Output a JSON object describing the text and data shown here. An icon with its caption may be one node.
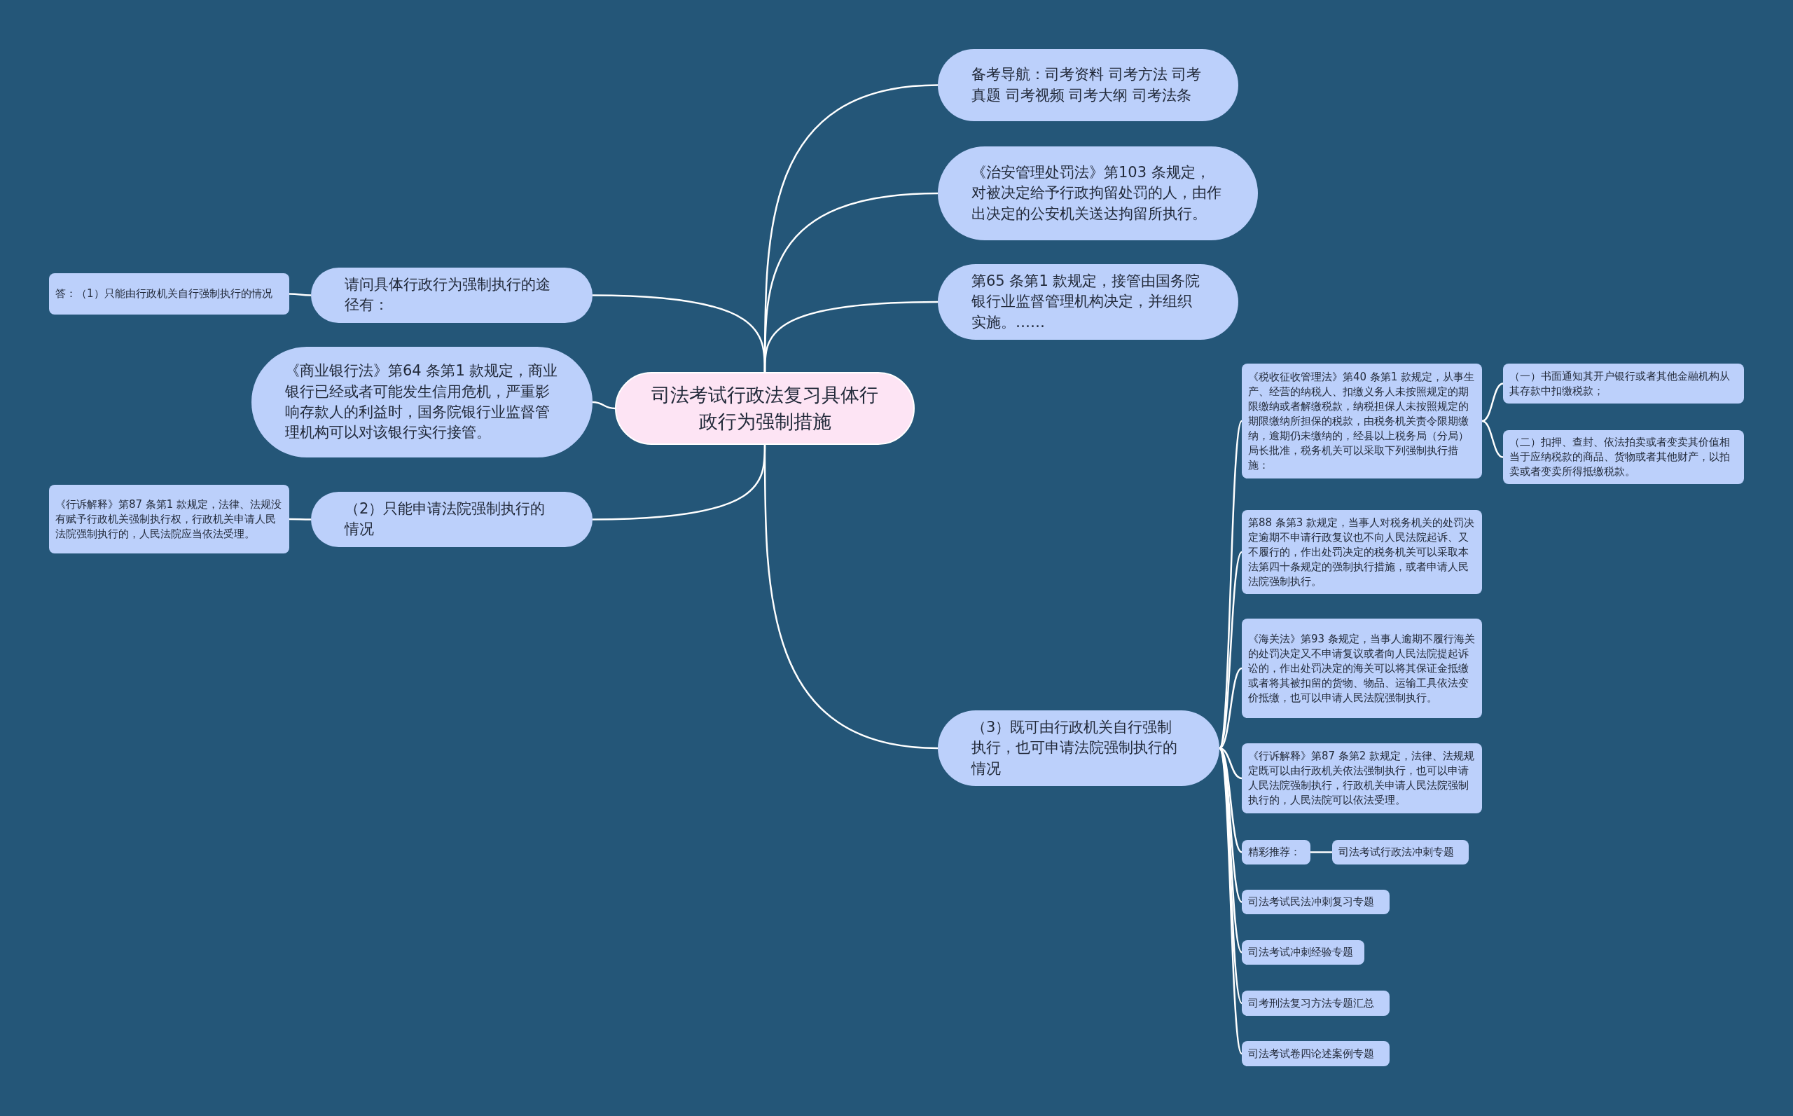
{
  "diagram": {
    "nodes": [
      {
        "text": [
          "司法考试行政法复习具体行政行为强制措施"
        ]
      },
      {
        "text": [
          "备考导航：司考资料 司考方法 司考真题 司考视频 司考大纲 司考法条"
        ]
      },
      {
        "text": [
          "《治安管理处罚法》第103 条规定，对被决定给予行政拘留处罚的人，由作出决定的公安机关送达拘留所执行。"
        ]
      },
      {
        "text": [
          "第65 条第1 款规定，接管由国务院银行业监督管理机构决定，并组织实施。……"
        ]
      },
      {
        "text": [
          "请问具体行政行为强制执行的途径有："
        ]
      },
      {
        "text": [
          "答：（1）只能由行政机关自行强制执行的情况"
        ]
      },
      {
        "text": [
          "《商业银行法》第64 条第1 款规定，商业银行已经或者可能发生信用危机，严重影响存款人的利益时，国务院银行业监督管理机构可以对该银行实行接管。"
        ]
      },
      {
        "text": [
          "（2）只能申请法院强制执行的情况"
        ]
      },
      {
        "text": [
          "《行诉解释》第87 条第1 款规定，法律、法规没有赋予行政机关强制执行权，行政机关申请人民法院强制执行的，人民法院应当依法受理。"
        ]
      },
      {
        "text": [
          "（3）既可由行政机关自行强制执行，也可申请法院强制执行的情况"
        ]
      },
      {
        "text": [
          "《税收征收管理法》第40 条第1 款规定，从事生产、经营的纳税人、扣缴义务人未按照规定的期限缴纳或者解缴税款，纳税担保人未按照规定的期限缴纳所担保的税款，由税务机关责令限期缴纳，逾期仍未缴纳的，经县以上税务局（分局）局长批准，税务机关可以采取下列强制执行措施："
        ]
      },
      {
        "text": [
          "（一）书面通知其开户银行或者其他金融机构从其存款中扣缴税款；"
        ]
      },
      {
        "text": [
          "（二）扣押、查封、依法拍卖或者变卖其价值相当于应纳税款的商品、货物或者其他财产，以拍卖或者变卖所得抵缴税款。"
        ]
      },
      {
        "text": [
          "第88 条第3 款规定，当事人对税务机关的处罚决定逾期不申请行政复议也不向人民法院起诉、又不履行的，作出处罚决定的税务机关可以采取本法第四十条规定的强制执行措施，或者申请人民法院强制执行。"
        ]
      },
      {
        "text": [
          "《海关法》第93 条规定，当事人逾期不履行海关的处罚决定又不申请复议或者向人民法院提起诉讼的，作出处罚决定的海关可以将其保证金抵缴或者将其被扣留的货物、物品、运输工具依法变价抵缴，也可以申请人民法院强制执行。"
        ]
      },
      {
        "text": [
          "《行诉解释》第87 条第2 款规定，法律、法规规定既可以由行政机关依法强制执行，也可以申请人民法院强制执行，行政机关申请人民法院强制执行的，人民法院可以依法受理。"
        ]
      },
      {
        "text": [
          "精彩推荐："
        ]
      },
      {
        "text": [
          "司法考试行政法冲刺专题"
        ]
      },
      {
        "text": [
          "司法考试民法冲刺复习专题"
        ]
      },
      {
        "text": [
          "司法考试冲刺经验专题"
        ]
      },
      {
        "text": [
          "司考刑法复习方法专题汇总"
        ]
      },
      {
        "text": [
          "司法考试卷四论述案例专题"
        ]
      }
    ],
    "edges": [
      {
        "from": 0,
        "to": 1,
        "arrow": "none"
      },
      {
        "from": 0,
        "to": 2,
        "arrow": "none"
      },
      {
        "from": 0,
        "to": 3,
        "arrow": "none"
      },
      {
        "from": 0,
        "to": 4,
        "arrow": "none"
      },
      {
        "from": 4,
        "to": 5,
        "arrow": "none"
      },
      {
        "from": 0,
        "to": 6,
        "arrow": "none"
      },
      {
        "from": 0,
        "to": 7,
        "arrow": "none"
      },
      {
        "from": 7,
        "to": 8,
        "arrow": "none"
      },
      {
        "from": 0,
        "to": 9,
        "arrow": "none"
      },
      {
        "from": 9,
        "to": 10,
        "arrow": "none"
      },
      {
        "from": 10,
        "to": 11,
        "arrow": "none"
      },
      {
        "from": 10,
        "to": 12,
        "arrow": "none"
      },
      {
        "from": 9,
        "to": 13,
        "arrow": "none"
      },
      {
        "from": 9,
        "to": 14,
        "arrow": "none"
      },
      {
        "from": 9,
        "to": 15,
        "arrow": "none"
      },
      {
        "from": 9,
        "to": 16,
        "arrow": "none"
      },
      {
        "from": 16,
        "to": 17,
        "arrow": "none"
      },
      {
        "from": 9,
        "to": 18,
        "arrow": "none"
      },
      {
        "from": 9,
        "to": 19,
        "arrow": "none"
      },
      {
        "from": 9,
        "to": 20,
        "arrow": "none"
      },
      {
        "from": 9,
        "to": 21,
        "arrow": "none"
      }
    ]
  }
}
